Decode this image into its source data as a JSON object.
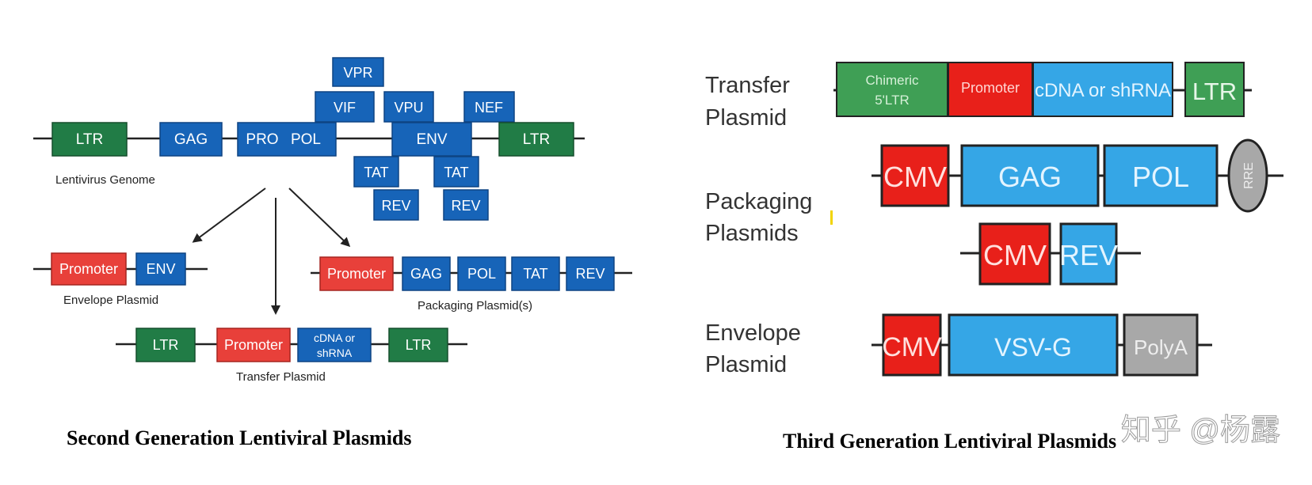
{
  "colors": {
    "green_2g": "#217c46",
    "blue_2g": "#1764b8",
    "red_2g": "#e8403a",
    "green_3g": "#3f9f55",
    "blue_3g": "#35a6e6",
    "red_3g": "#e8201a",
    "gray_3g": "#a8a8a8",
    "line": "#222222"
  },
  "second_generation": {
    "genome": {
      "label": "Lentivirus Genome",
      "ltr_left": "LTR",
      "gag": "GAG",
      "pro": "PRO",
      "pol": "POL",
      "env": "ENV",
      "ltr_right": "LTR",
      "vpr": "VPR",
      "vif": "VIF",
      "vpu": "VPU",
      "nef": "NEF",
      "tat_1": "TAT",
      "rev_1": "REV",
      "tat_2": "TAT",
      "rev_2": "REV"
    },
    "envelope_plasmid": {
      "label": "Envelope Plasmid",
      "promoter": "Promoter",
      "env": "ENV"
    },
    "packaging_plasmid": {
      "label": "Packaging Plasmid(s)",
      "promoter": "Promoter",
      "gag": "GAG",
      "pol": "POL",
      "tat": "TAT",
      "rev": "REV"
    },
    "transfer_plasmid": {
      "label": "Transfer Plasmid",
      "ltr_left": "LTR",
      "promoter": "Promoter",
      "cdna_line1": "cDNA or",
      "cdna_line2": "shRNA",
      "ltr_right": "LTR"
    },
    "caption": "Second Generation Lentiviral Plasmids"
  },
  "third_generation": {
    "transfer": {
      "label_line1": "Transfer",
      "label_line2": "Plasmid",
      "chimeric_line1": "Chimeric",
      "chimeric_line2": "5'LTR",
      "promoter": "Promoter",
      "cdna": "cDNA or shRNA",
      "ltr": "LTR"
    },
    "packaging": {
      "label_line1": "Packaging",
      "label_line2": "Plasmids",
      "cmv": "CMV",
      "gag": "GAG",
      "pol": "POL",
      "rre": "RRE",
      "cmv_2": "CMV",
      "rev": "REV"
    },
    "envelope": {
      "label_line1": "Envelope",
      "label_line2": "Plasmid",
      "cmv": "CMV",
      "vsvg": "VSV-G",
      "polya": "PolyA"
    },
    "caption": "Third Generation Lentiviral Plasmids",
    "watermark": "知乎 @杨露"
  }
}
